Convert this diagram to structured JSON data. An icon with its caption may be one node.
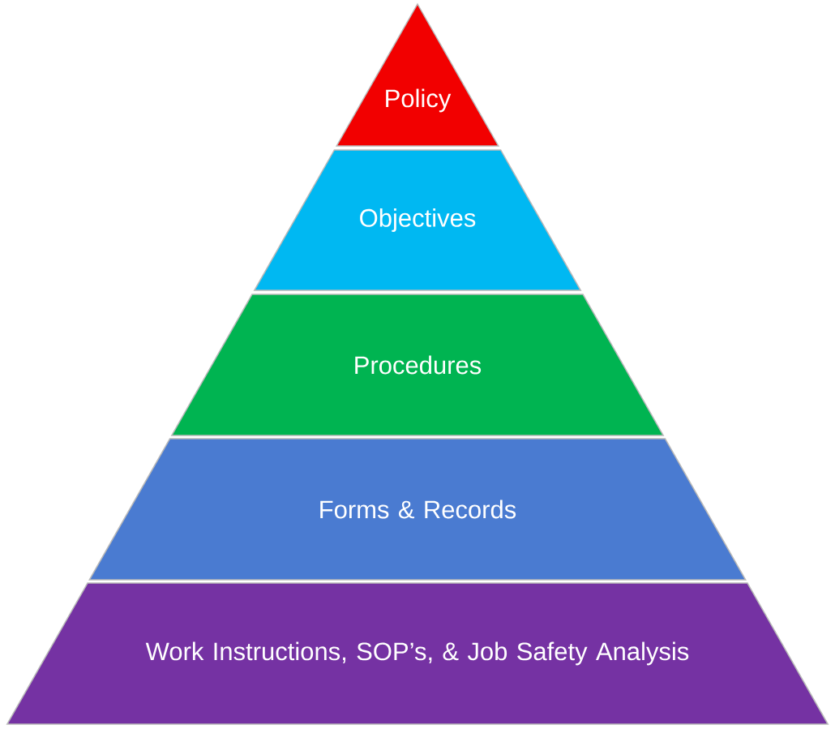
{
  "diagram": {
    "nodes": [
      {
        "text": [
          "Policy"
        ]
      },
      {
        "text": [
          "Objectives"
        ]
      },
      {
        "text": [
          "Procedures"
        ]
      },
      {
        "text": [
          "Forms & Records"
        ]
      },
      {
        "text": [
          "Work Instructions, SOP’s, & Job Safety Analysis"
        ]
      }
    ]
  }
}
